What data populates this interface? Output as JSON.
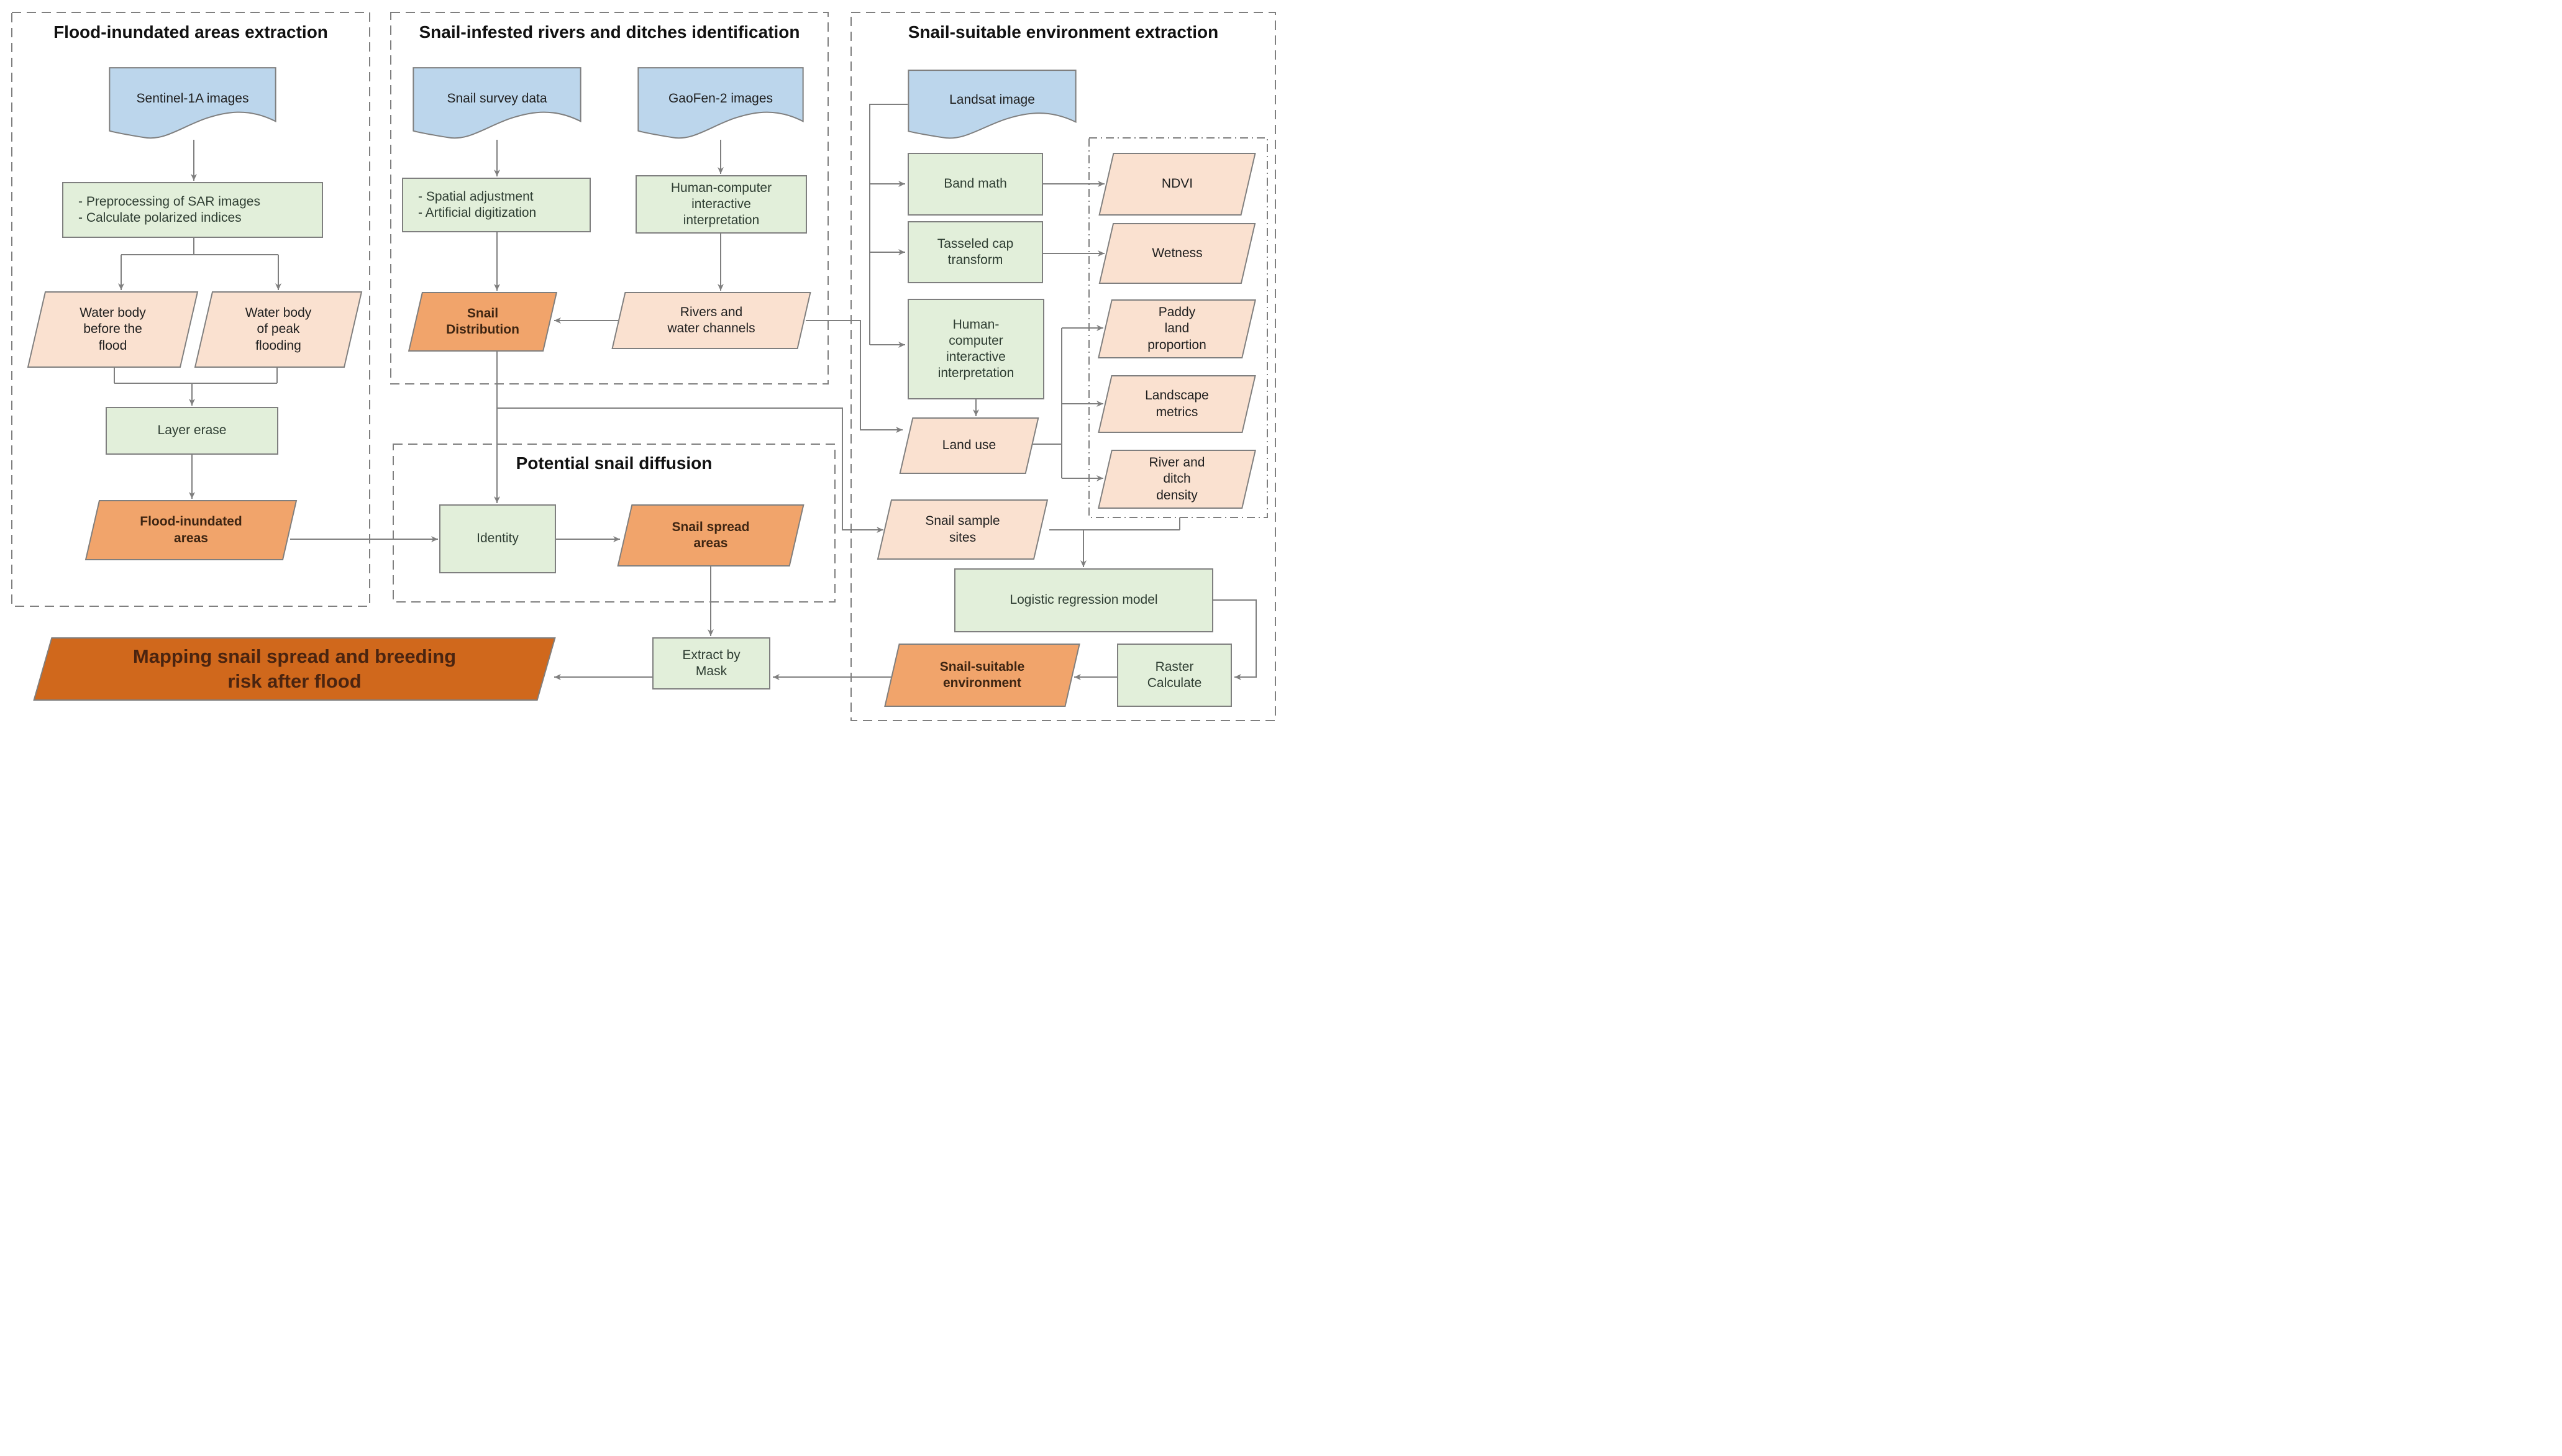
{
  "sections": {
    "flood_extraction": {
      "title": "Flood-inundated areas extraction"
    },
    "rivers_identification": {
      "title": "Snail-infested rivers and ditches identification"
    },
    "environment_extraction": {
      "title": "Snail-suitable environment extraction"
    },
    "potential_diffusion": {
      "title": "Potential snail diffusion"
    }
  },
  "nodes": {
    "sentinel": {
      "label": "Sentinel-1A images",
      "type": "data-document"
    },
    "preprocess": {
      "label": "- Preprocessing of SAR images\n- Calculate polarized indices",
      "type": "process"
    },
    "water_before": {
      "label": "Water body\nbefore the\nflood",
      "type": "data"
    },
    "water_peak": {
      "label": "Water body\nof peak\nflooding",
      "type": "data"
    },
    "layer_erase": {
      "label": "Layer erase",
      "type": "process"
    },
    "flood_areas": {
      "label": "Flood-inundated\nareas",
      "type": "output"
    },
    "snail_survey": {
      "label": "Snail survey data",
      "type": "data-document"
    },
    "gaofen": {
      "label": "GaoFen-2 images",
      "type": "data-document"
    },
    "spatial": {
      "label": "- Spatial adjustment\n- Artificial digitization",
      "type": "process"
    },
    "hci_mid": {
      "label": "Human-computer\ninteractive\ninterpretation",
      "type": "process"
    },
    "snail_distribution": {
      "label": "Snail\nDistribution",
      "type": "output"
    },
    "rivers": {
      "label": "Rivers and\nwater channels",
      "type": "data"
    },
    "identity": {
      "label": "Identity",
      "type": "process"
    },
    "snail_spread": {
      "label": "Snail spread\nareas",
      "type": "output"
    },
    "landsat": {
      "label": "Landsat image",
      "type": "data-document"
    },
    "band_math": {
      "label": "Band math",
      "type": "process"
    },
    "ndvi": {
      "label": "NDVI",
      "type": "data"
    },
    "tasseled": {
      "label": "Tasseled cap\ntransform",
      "type": "process"
    },
    "wetness": {
      "label": "Wetness",
      "type": "data"
    },
    "hci_right": {
      "label": "Human-\ncomputer\ninteractive\ninterpretation",
      "type": "process"
    },
    "land_use": {
      "label": "Land use",
      "type": "data"
    },
    "paddy": {
      "label": "Paddy\nland\nproportion",
      "type": "data"
    },
    "landscape": {
      "label": "Landscape\nmetrics",
      "type": "data"
    },
    "river_ditch": {
      "label": "River and\nditch\ndensity",
      "type": "data"
    },
    "snail_sites": {
      "label": "Snail sample\nsites",
      "type": "data"
    },
    "logistic": {
      "label": "Logistic regression model",
      "type": "process"
    },
    "raster": {
      "label": "Raster\nCalculate",
      "type": "process"
    },
    "snail_env": {
      "label": "Snail-suitable\nenvironment",
      "type": "output"
    },
    "extract": {
      "label": "Extract by\nMask",
      "type": "process"
    },
    "mapping": {
      "label": "Mapping snail spread and breeding\nrisk after flood",
      "type": "final-output"
    }
  },
  "colors": {
    "doc_fill": "#BCD6EC",
    "process_fill": "#E2EFDA",
    "data_fill": "#FAE1D0",
    "output_fill": "#F1A46B",
    "final_fill": "#D0681C",
    "stroke": "#7F7F7F",
    "text": "#1F1F1F",
    "process_text": "#2F3E33",
    "output_text": "#3E2512",
    "final_text": "#4A2410"
  }
}
